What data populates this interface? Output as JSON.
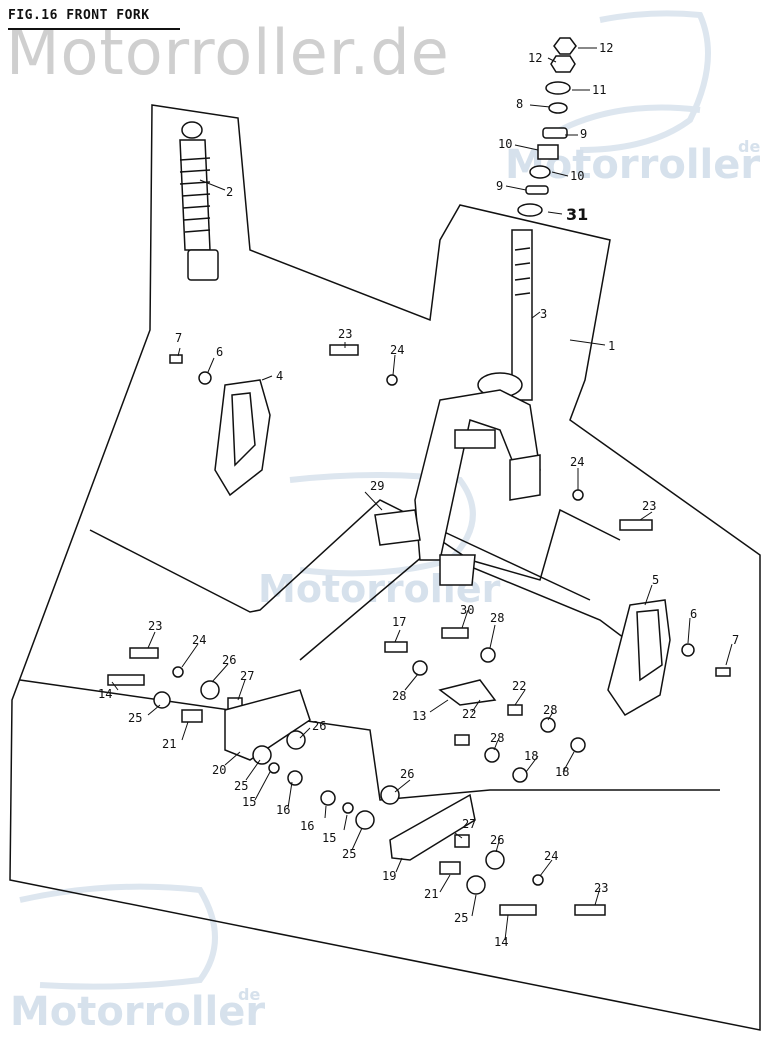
{
  "title": "FIG.16 FRONT FORK",
  "watermarks": {
    "top": "Motorroller.de",
    "right": "Motorroller",
    "right_suffix": "de",
    "center": "Motorroller",
    "bottom_left": "Motorroller",
    "bottom_left_suffix": "de"
  },
  "labels": [
    {
      "id": "l12a",
      "text": "12"
    },
    {
      "id": "l12b",
      "text": "12"
    },
    {
      "id": "l11",
      "text": "11"
    },
    {
      "id": "l8",
      "text": "8"
    },
    {
      "id": "l9a",
      "text": "9"
    },
    {
      "id": "l10a",
      "text": "10"
    },
    {
      "id": "l10b",
      "text": "10"
    },
    {
      "id": "l9b",
      "text": "9"
    },
    {
      "id": "l31",
      "text": "31"
    },
    {
      "id": "l2",
      "text": "2"
    },
    {
      "id": "l3",
      "text": "3"
    },
    {
      "id": "l1",
      "text": "1"
    },
    {
      "id": "l23a",
      "text": "23"
    },
    {
      "id": "l24a",
      "text": "24"
    },
    {
      "id": "l7a",
      "text": "7"
    },
    {
      "id": "l6a",
      "text": "6"
    },
    {
      "id": "l4",
      "text": "4"
    },
    {
      "id": "l24b",
      "text": "24"
    },
    {
      "id": "l29",
      "text": "29"
    },
    {
      "id": "l23b",
      "text": "23"
    },
    {
      "id": "l5",
      "text": "5"
    },
    {
      "id": "l6b",
      "text": "6"
    },
    {
      "id": "l7b",
      "text": "7"
    },
    {
      "id": "l23c",
      "text": "23"
    },
    {
      "id": "l24c",
      "text": "24"
    },
    {
      "id": "l26a",
      "text": "26"
    },
    {
      "id": "l27a",
      "text": "27"
    },
    {
      "id": "l14a",
      "text": "14"
    },
    {
      "id": "l25a",
      "text": "25"
    },
    {
      "id": "l21a",
      "text": "21"
    },
    {
      "id": "l26b",
      "text": "26"
    },
    {
      "id": "l20",
      "text": "20"
    },
    {
      "id": "l25b",
      "text": "25"
    },
    {
      "id": "l15a",
      "text": "15"
    },
    {
      "id": "l16a",
      "text": "16"
    },
    {
      "id": "l30",
      "text": "30"
    },
    {
      "id": "l17",
      "text": "17"
    },
    {
      "id": "l28a",
      "text": "28"
    },
    {
      "id": "l28b",
      "text": "28"
    },
    {
      "id": "l13",
      "text": "13"
    },
    {
      "id": "l22a",
      "text": "22"
    },
    {
      "id": "l22b",
      "text": "22"
    },
    {
      "id": "l28c",
      "text": "28"
    },
    {
      "id": "l28d",
      "text": "28"
    },
    {
      "id": "l18a",
      "text": "18"
    },
    {
      "id": "l18b",
      "text": "18"
    },
    {
      "id": "l26c",
      "text": "26"
    },
    {
      "id": "l16b",
      "text": "16"
    },
    {
      "id": "l15b",
      "text": "15"
    },
    {
      "id": "l25c",
      "text": "25"
    },
    {
      "id": "l27b",
      "text": "27"
    },
    {
      "id": "l26d",
      "text": "26"
    },
    {
      "id": "l19",
      "text": "19"
    },
    {
      "id": "l21b",
      "text": "21"
    },
    {
      "id": "l24d",
      "text": "24"
    },
    {
      "id": "l25d",
      "text": "25"
    },
    {
      "id": "l23d",
      "text": "23"
    },
    {
      "id": "l14b",
      "text": "14"
    }
  ]
}
